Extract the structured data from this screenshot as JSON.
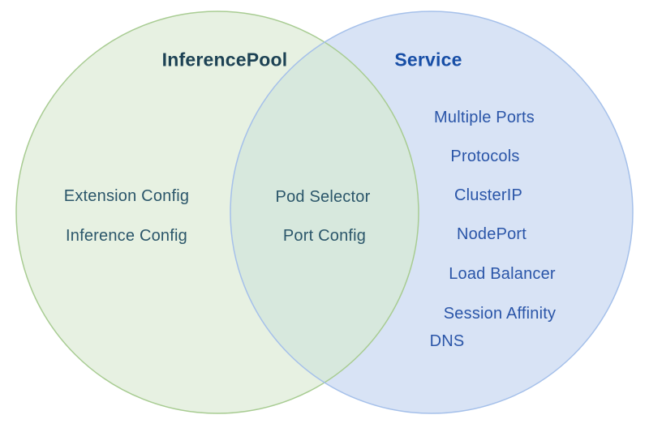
{
  "venn": {
    "left": {
      "title": "InferencePool",
      "items": [
        "Extension Config",
        "Inference Config"
      ],
      "fill": "#e7f1e2",
      "stroke": "#a8cc92",
      "title_color": "#1d4254",
      "item_color": "#2b566a"
    },
    "right": {
      "title": "Service",
      "items": [
        "Multiple Ports",
        "Protocols",
        "ClusterIP",
        "NodePort",
        "Load Balancer",
        "Session Affinity",
        "DNS"
      ],
      "fill": "#d8e3f5",
      "stroke": "#a5c0ea",
      "title_color": "#174ea6",
      "item_color": "#2a55a8"
    },
    "overlap": {
      "items": [
        "Pod Selector",
        "Port Config"
      ],
      "fill": "#d7e8dd",
      "item_color": "#2b566a"
    }
  }
}
